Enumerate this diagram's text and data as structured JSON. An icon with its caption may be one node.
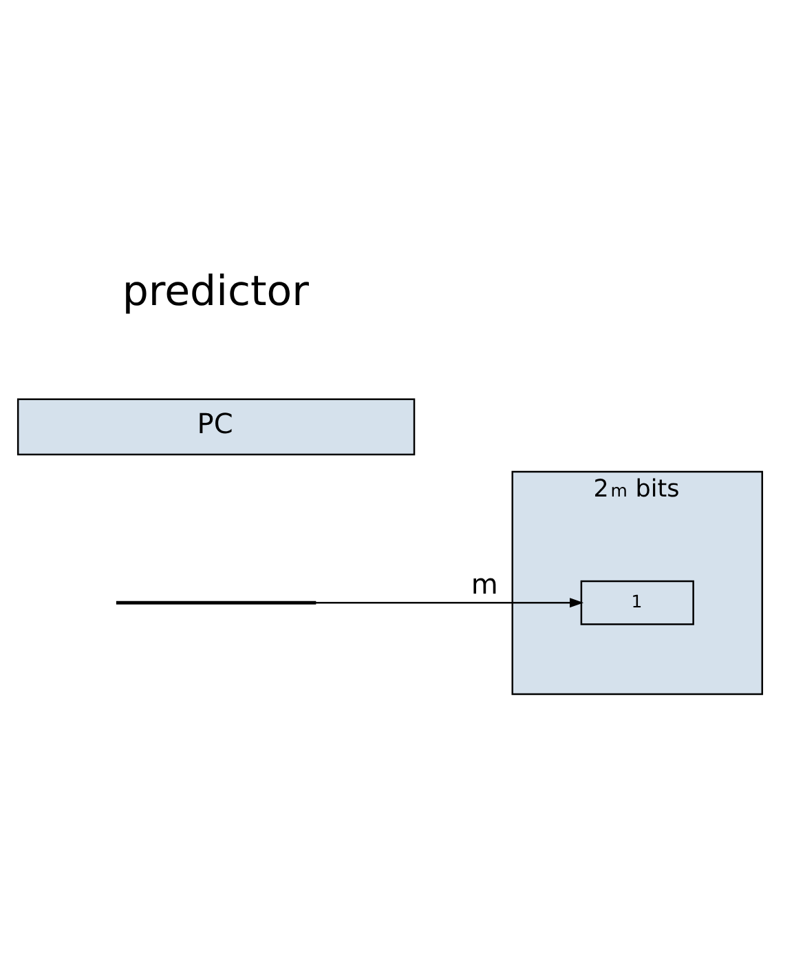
{
  "diagram": {
    "nodes": [
      {
        "text": [
          "PC"
        ]
      },
      {
        "text": [],
        "shape": "bar"
      },
      {
        "text": [],
        "shape": "box",
        "beside": [
          "2$^{m}$ bits"
        ]
      },
      {
        "text": [
          "1"
        ],
        "in": 2
      }
    ],
    "edges": [
      {
        "from": 1,
        "to": 3,
        "label": "m",
        "arrow": "to"
      }
    ],
    "labels": [
      "predictor"
    ]
  }
}
